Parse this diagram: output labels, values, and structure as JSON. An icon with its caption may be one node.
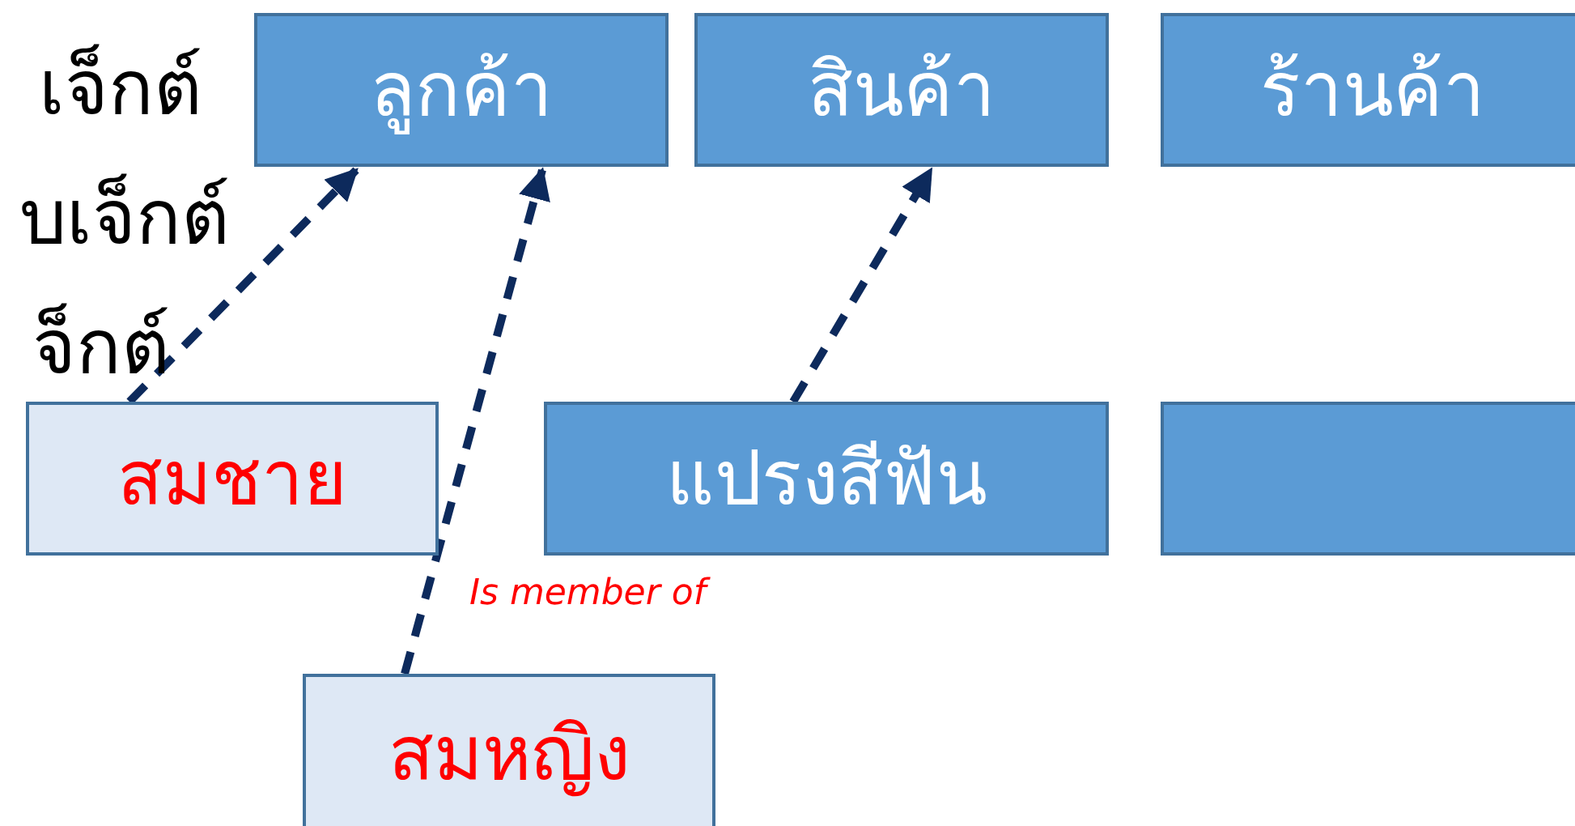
{
  "diagram": {
    "nodes": [
      {
        "text": [
          "ลูกค้า"
        ]
      },
      {
        "text": [
          "สินค้า"
        ]
      },
      {
        "text": [
          "ร้านค้า"
        ]
      },
      {
        "text": [
          "สมชาย"
        ]
      },
      {
        "text": [
          "แปรงสีฟัน"
        ]
      },
      {
        "text": [],
        "shape": "box"
      },
      {
        "text": [
          "สมหญิง"
        ]
      }
    ],
    "edges": [
      {
        "from": 3,
        "to": 0,
        "arrow": "to",
        "style": "dashed"
      },
      {
        "from": 6,
        "to": 0,
        "arrow": "to",
        "style": "dashed",
        "label": "Is member of"
      },
      {
        "from": 4,
        "to": 1,
        "arrow": "to",
        "style": "dashed"
      }
    ],
    "labels": [
      "เจ็กต์",
      "บเจ็กต์",
      "จ็กต์"
    ]
  }
}
